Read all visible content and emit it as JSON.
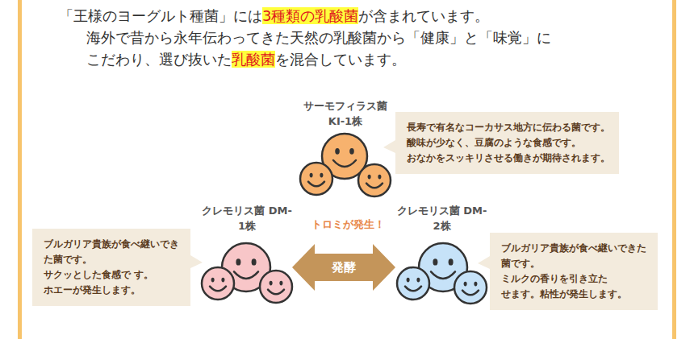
{
  "diagram": {
    "nodes": [
      {
        "text": [
          "サーモフィラス菌 KI-1株"
        ]
      },
      {
        "text": [
          "長寿で有名なコーカサス地方に伝わる菌です。 酸味が少なく、豆腐のような食感です。 おなかをスッキリさせる働きが期待されます。"
        ]
      },
      {
        "text": [
          "ブルガリア貴族が食べ継いでき た菌です。サクッとした食感で す。ホエーが発生します。"
        ]
      },
      {
        "text": [
          "クレモリス菌 DM-1株"
        ]
      },
      {
        "text": [
          "クレモリス菌 DM-2株"
        ]
      },
      {
        "text": [
          "ブルガリア貴族が食べ継いできた 菌です。ミルクの香りを引き立た せます。粘性が発生します。"
        ]
      }
    ],
    "edges": [
      {
        "from": 3,
        "to": 4,
        "arrow": "both",
        "label": "発酵"
      }
    ],
    "labels": [
      "「王様のヨーグルト種菌」には",
      "3種類の乳酸菌",
      "が含まれています。",
      "海外で昔から永年伝わってきた天然の乳酸菌から「健康」と「味覚」に",
      "こだわり、選び抜いた",
      "乳酸菌",
      "を混合しています。",
      "トロミが発生！"
    ]
  }
}
